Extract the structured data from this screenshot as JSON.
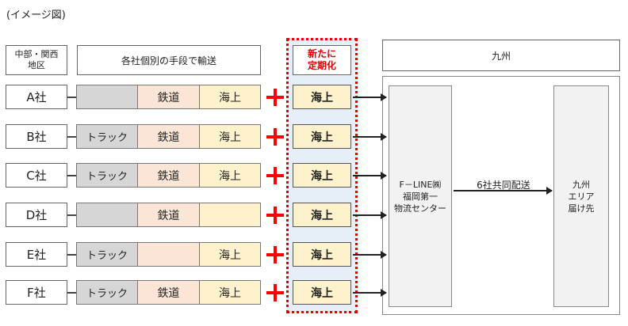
{
  "caption": "(イメージ図)",
  "header": {
    "region_line1": "中部・関西",
    "region_line2": "地区",
    "means": "各社個別の手段で輸送",
    "new_line1": "新たに",
    "new_line2": "定期化",
    "kyushu": "九州"
  },
  "rows": [
    {
      "company": "A社",
      "truck": "",
      "rail": "鉄道",
      "sea": "海上",
      "new_sea": "海上"
    },
    {
      "company": "B社",
      "truck": "トラック",
      "rail": "鉄道",
      "sea": "海上",
      "new_sea": "海上"
    },
    {
      "company": "C社",
      "truck": "トラック",
      "rail": "鉄道",
      "sea": "海上",
      "new_sea": "海上"
    },
    {
      "company": "D社",
      "truck": "",
      "rail": "鉄道",
      "sea": "",
      "new_sea": "海上"
    },
    {
      "company": "E社",
      "truck": "トラック",
      "rail": "",
      "sea": "海上",
      "new_sea": "海上"
    },
    {
      "company": "F社",
      "truck": "トラック",
      "rail": "鉄道",
      "sea": "海上",
      "new_sea": "海上"
    }
  ],
  "center": {
    "line1": "F－LINE㈱",
    "line2": "福岡第一",
    "line3": "物流センター"
  },
  "joint_delivery": "6社共同配送",
  "destination": {
    "line1": "九州",
    "line2": "エリア",
    "line3": "届け先"
  },
  "colors": {
    "truck": "#d6d6d6",
    "rail": "#fbe5d6",
    "sea": "#fef2cc",
    "highlight": "#e00000",
    "new_column_bg": "#e6eef7"
  }
}
